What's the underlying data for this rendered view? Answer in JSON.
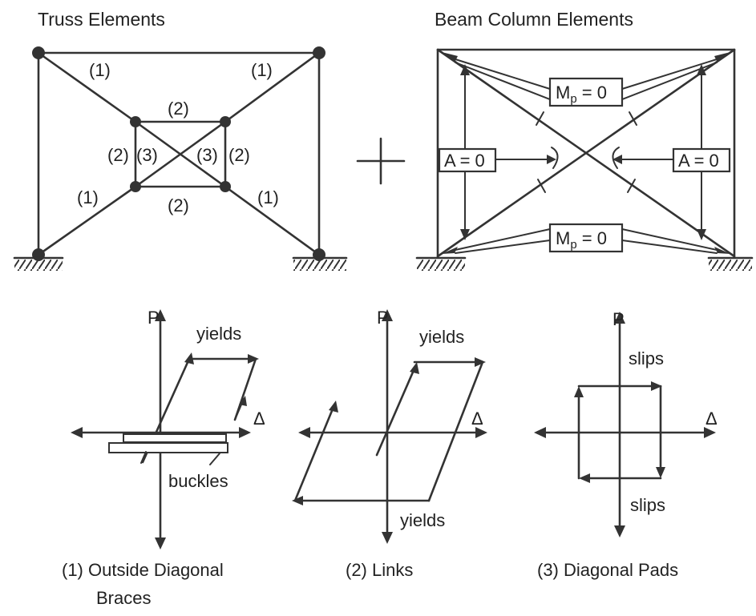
{
  "titles": {
    "truss": "Truss Elements",
    "beam_column": "Beam Column Elements"
  },
  "truss_labels": {
    "outside_brace": "(1)",
    "link": "(2)",
    "diagonal_pad": "(3)"
  },
  "beam_column_labels": {
    "mp_top": "M",
    "mp_top_sub": "p",
    "mp_top_eq": " = 0",
    "mp_bottom": "M",
    "mp_bottom_sub": "p",
    "mp_bottom_eq": " = 0",
    "area_left": "A = 0",
    "area_right": "A = 0"
  },
  "plus_sign": "+",
  "axes": {
    "force": "P",
    "displacement": "Δ"
  },
  "hysteresis": [
    {
      "annotations": {
        "top": "yields",
        "bottom": "buckles"
      },
      "caption_line1": "(1)  Outside Diagonal",
      "caption_line2": "Braces"
    },
    {
      "annotations": {
        "top": "yields",
        "bottom": "yields"
      },
      "caption_line1": "(2) Links"
    },
    {
      "annotations": {
        "top": "slips",
        "bottom": "slips"
      },
      "caption_line1": "(3) Diagonal Pads"
    }
  ]
}
